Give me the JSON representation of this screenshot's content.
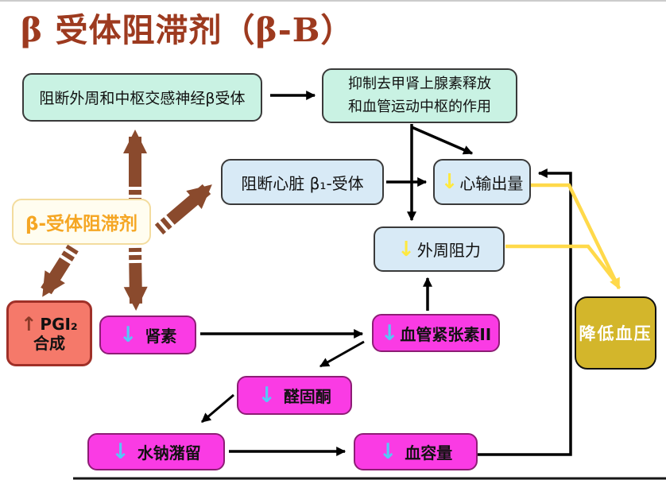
{
  "title": "β 受体阻滞剂（β-B）",
  "colors": {
    "title_text": "#9d3a1f",
    "cyan_box_bg": "#c9f2e3",
    "blue_box_bg": "#d8eaf6",
    "cream_box_bg": "#fffdf0",
    "cream_box_border": "#f3dc9e",
    "cream_box_text": "#f5a623",
    "salmon_box_bg": "#f5796a",
    "salmon_box_border": "#a03028",
    "magenta_box_bg": "#fa3be4",
    "magenta_box_border": "#8d1d75",
    "gold_box_bg": "#d3b62b",
    "gold_box_text": "#ffffff",
    "line_black": "#000000",
    "line_yellow": "#ffd94a",
    "block_arrow_brown": "#8a4a2d",
    "decrease_icon_blue": "#55c8f8",
    "decrease_icon_yellow": "#ffe93f",
    "increase_icon_red": "#8a3a28"
  },
  "icons": {
    "decrease_glyph": "↓",
    "increase_glyph": "↑"
  },
  "nodes": {
    "block_sympathetic": {
      "label": "阻断外周和中枢交感神经β受体"
    },
    "inhibit_noradrenaline": {
      "line1": "抑制去甲肾上腺素释放",
      "line2": "和血管运动中枢的作用"
    },
    "block_cardiac": {
      "label": "阻断心脏 β₁-受体"
    },
    "cardiac_output": {
      "label": "心输出量"
    },
    "peripheral_resistance": {
      "label": "外周阻力"
    },
    "beta_blocker": {
      "label": "β-受体阻滞剂"
    },
    "pgi2": {
      "line1": "PGI₂",
      "line2": "合成"
    },
    "renin": {
      "label": "肾素"
    },
    "angiotensin": {
      "label": "血管紧张素II"
    },
    "aldosterone": {
      "label": "醛固酮"
    },
    "sodium_retention": {
      "label": "水钠潴留"
    },
    "blood_volume": {
      "label": "血容量"
    },
    "lower_bp": {
      "label": "降低血压"
    }
  }
}
